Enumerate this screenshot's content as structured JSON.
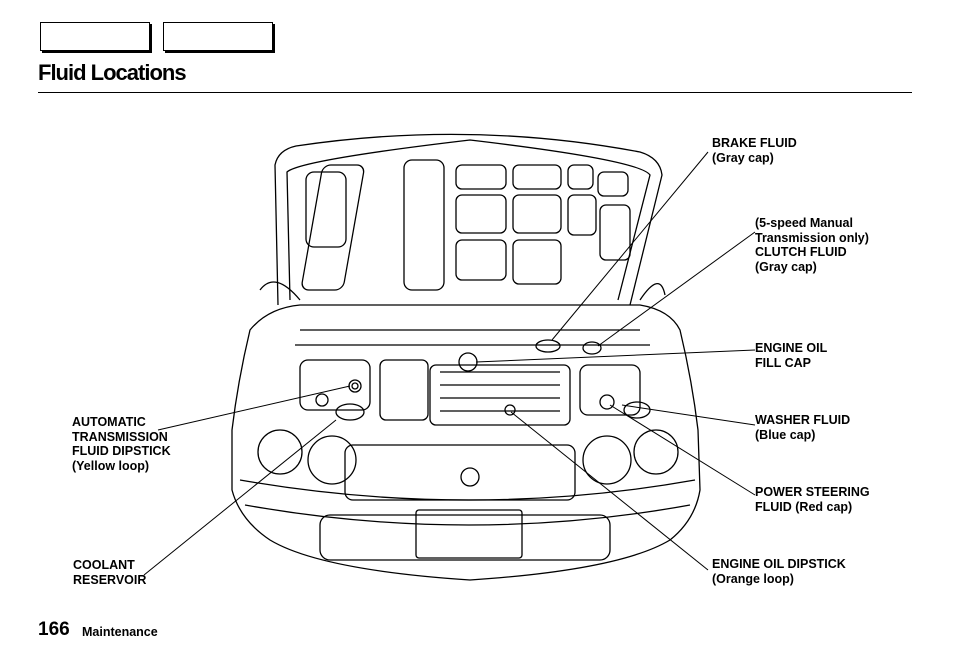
{
  "header": {
    "nav_boxes": [
      "",
      ""
    ],
    "title": "Fluid Locations"
  },
  "labels": {
    "brake_fluid": [
      "BRAKE FLUID",
      "(Gray cap)"
    ],
    "clutch_fluid": [
      "(5-speed Manual",
      "Transmission only)",
      "CLUTCH FLUID",
      "(Gray cap)"
    ],
    "engine_oil_fill": [
      "ENGINE OIL",
      "FILL CAP"
    ],
    "washer_fluid": [
      "WASHER FLUID",
      "(Blue cap)"
    ],
    "power_steering": [
      "POWER STEERING",
      "FLUID (Red cap)"
    ],
    "engine_oil_dipstick": [
      "ENGINE OIL DIPSTICK",
      "(Orange loop)"
    ],
    "atf_dipstick": [
      "AUTOMATIC",
      "TRANSMISSION",
      "FLUID DIPSTICK",
      "(Yellow loop)"
    ],
    "coolant": [
      "COOLANT",
      "RESERVOIR"
    ]
  },
  "footer": {
    "page_number": "166",
    "section": "Maintenance"
  }
}
